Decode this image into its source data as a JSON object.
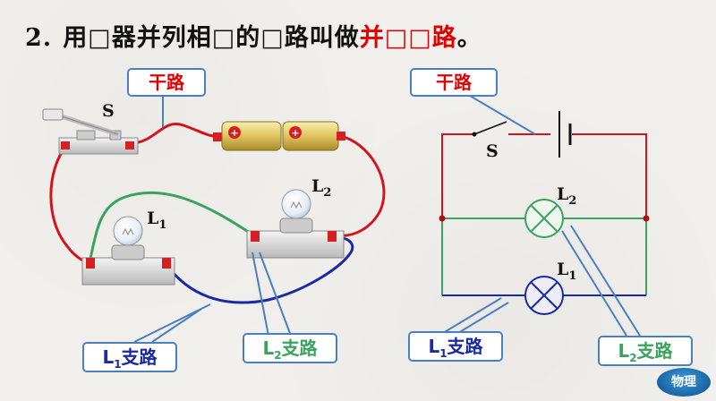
{
  "title": {
    "number": "2.",
    "prefix": "用□器并列相□的□路叫做",
    "highlight": "并□□路",
    "suffix": "。"
  },
  "labels": {
    "main_left": "干路",
    "main_right": "干路",
    "switch_left": "S",
    "switch_right": "S",
    "l1_left": "L",
    "l1_left_sub": "1",
    "l2_left": "L",
    "l2_left_sub": "2",
    "l1_right": "L",
    "l1_right_sub": "1",
    "l2_right": "L",
    "l2_right_sub": "2"
  },
  "branches": {
    "l1_left_prefix": "L",
    "l1_left_sub": "1",
    "l1_left_text": "支路",
    "l2_left_prefix": "L",
    "l2_left_sub": "2",
    "l2_left_text": "支路",
    "l1_right_prefix": "L",
    "l1_right_sub": "1",
    "l1_right_text": "支路",
    "l2_right_prefix": "L",
    "l2_right_sub": "2",
    "l2_right_text": "支路"
  },
  "logo": {
    "text": "物理"
  },
  "colors": {
    "main_wire": "#d4141c",
    "l2_branch": "#3aa35e",
    "l1_branch": "#1a2aa0",
    "callout_line": "#4a7fc0",
    "highlight": "#e00000"
  }
}
